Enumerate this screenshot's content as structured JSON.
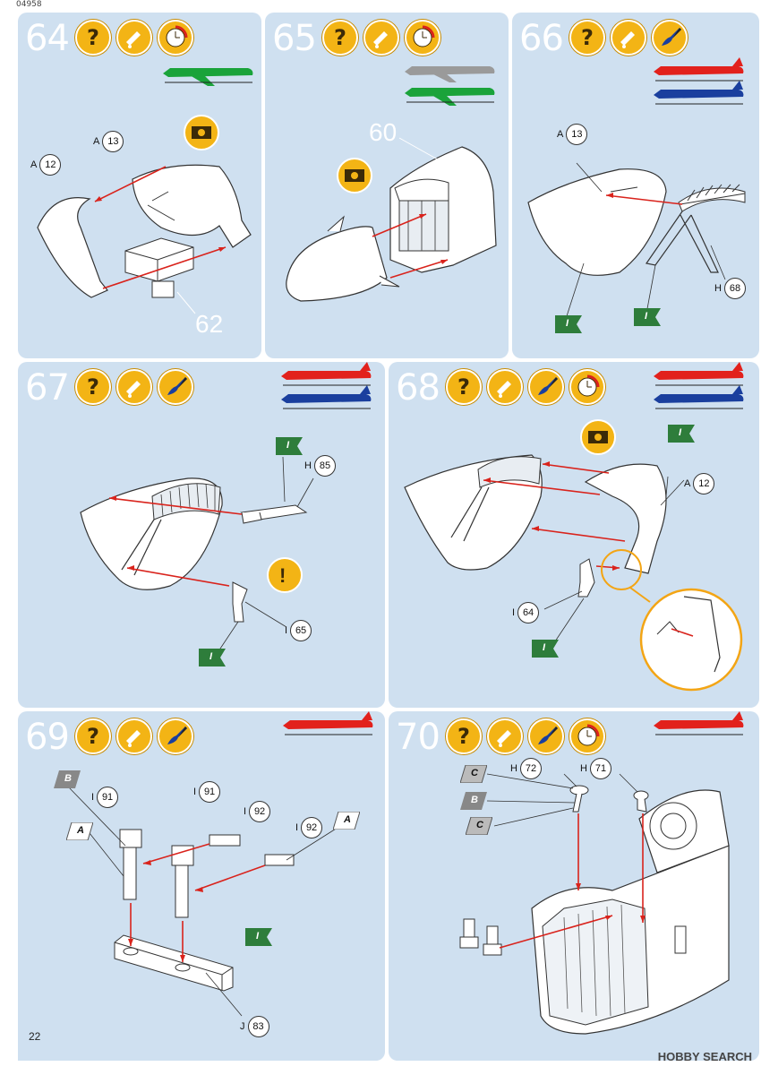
{
  "product_code": "04958",
  "page_number": "22",
  "watermark": "HOBBY SEARCH",
  "colors": {
    "panel_bg": "#cfe0f0",
    "arrow": "#d9231c",
    "icon_gold": "#f3b415",
    "green": "#1aa33a",
    "red": "#e2211c",
    "blue": "#1a3f9e",
    "grey": "#9a9a9a",
    "flag_green": "#2e7d3b",
    "flag_grey": "#bbbbbb"
  },
  "steps": [
    {
      "number": "64",
      "parts": [
        {
          "prefix": "A",
          "id": "13"
        },
        {
          "prefix": "A",
          "id": "12"
        }
      ],
      "callout": "62"
    },
    {
      "number": "65",
      "callout": "60"
    },
    {
      "number": "66",
      "parts": [
        {
          "prefix": "A",
          "id": "13"
        },
        {
          "prefix": "H",
          "id": "68"
        }
      ],
      "flags": [
        "I",
        "I"
      ]
    },
    {
      "number": "67",
      "parts": [
        {
          "prefix": "H",
          "id": "85"
        },
        {
          "prefix": "I",
          "id": "65"
        }
      ],
      "flags": [
        "I",
        "I"
      ]
    },
    {
      "number": "68",
      "parts": [
        {
          "prefix": "A",
          "id": "12"
        },
        {
          "prefix": "I",
          "id": "64"
        }
      ],
      "flags": [
        "I",
        "I"
      ]
    },
    {
      "number": "69",
      "parts": [
        {
          "prefix": "I",
          "id": "91"
        },
        {
          "prefix": "I",
          "id": "91"
        },
        {
          "prefix": "I",
          "id": "92"
        },
        {
          "prefix": "I",
          "id": "92"
        },
        {
          "prefix": "J",
          "id": "83"
        }
      ],
      "flags": [
        "B",
        "A",
        "A",
        "I"
      ]
    },
    {
      "number": "70",
      "parts": [
        {
          "prefix": "H",
          "id": "72"
        },
        {
          "prefix": "H",
          "id": "71"
        }
      ],
      "flags": [
        "C",
        "B",
        "C"
      ]
    }
  ]
}
